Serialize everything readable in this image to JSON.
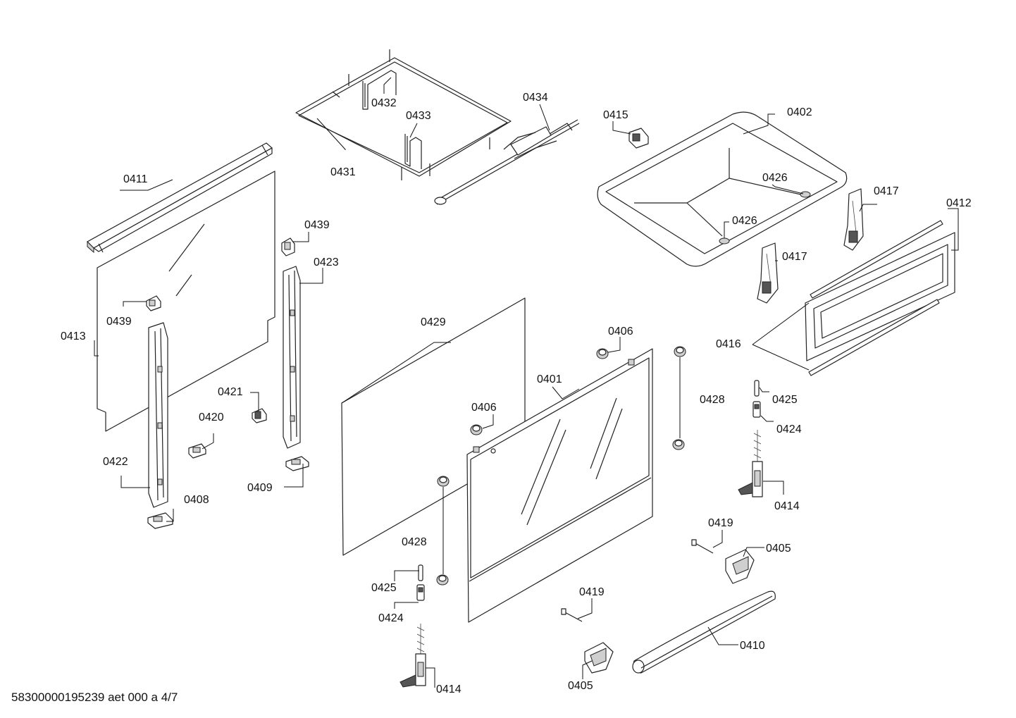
{
  "document_id": "58300000195239 aet 000 a 4/7",
  "part_labels": {
    "p0401": "0401",
    "p0402": "0402",
    "p0405a": "0405",
    "p0405b": "0405",
    "p0406a": "0406",
    "p0406b": "0406",
    "p0408": "0408",
    "p0409": "0409",
    "p0410": "0410",
    "p0411": "0411",
    "p0412": "0412",
    "p0413": "0413",
    "p0414a": "0414",
    "p0414b": "0414",
    "p0415": "0415",
    "p0416": "0416",
    "p0417a": "0417",
    "p0417b": "0417",
    "p0419a": "0419",
    "p0419b": "0419",
    "p0420": "0420",
    "p0421": "0421",
    "p0422": "0422",
    "p0423": "0423",
    "p0424a": "0424",
    "p0424b": "0424",
    "p0425a": "0425",
    "p0425b": "0425",
    "p0426a": "0426",
    "p0426b": "0426",
    "p0428a": "0428",
    "p0428b": "0428",
    "p0429": "0429",
    "p0431": "0431",
    "p0432": "0432",
    "p0433": "0433",
    "p0434": "0434",
    "p0439a": "0439",
    "p0439b": "0439"
  }
}
